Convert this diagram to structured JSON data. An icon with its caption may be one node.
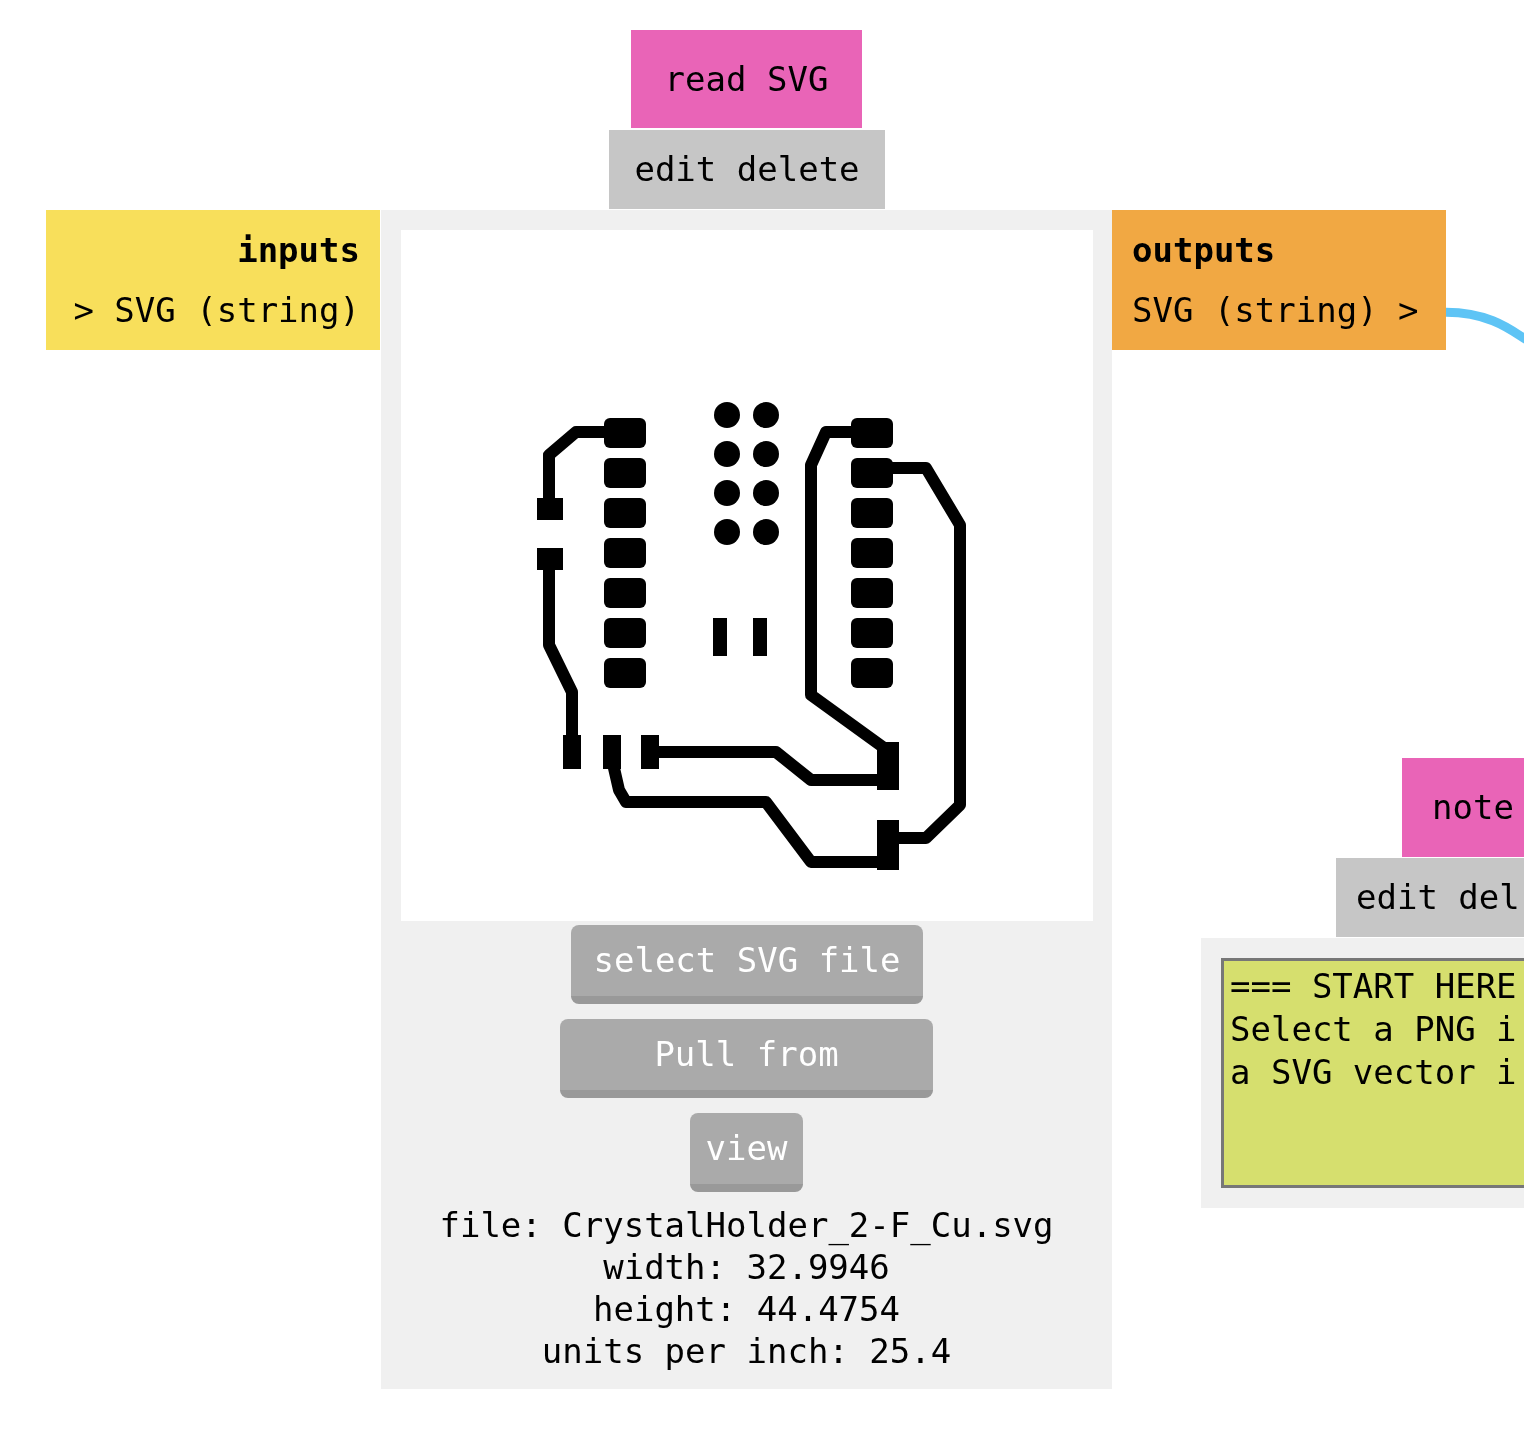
{
  "diagram": {
    "nodes": [
      {
        "text": [
          "read SVG"
        ]
      },
      {
        "text": [
          "edit delete"
        ]
      },
      {
        "text": [],
        "shape": "box"
      },
      {
        "text": [
          "inputs",
          "> SVG (string)"
        ]
      },
      {
        "text": [
          "outputs",
          "SVG (string) >"
        ]
      },
      {
        "text": [],
        "shape": "picture",
        "in": 2
      },
      {
        "text": [
          "select SVG file"
        ],
        "in": 2
      },
      {
        "text": [
          "Pull from"
        ],
        "in": 2
      },
      {
        "text": [
          "view"
        ],
        "in": 2
      },
      {
        "text": [
          "note"
        ]
      },
      {
        "text": [
          "edit del"
        ]
      },
      {
        "text": [],
        "shape": "box"
      },
      {
        "text": [
          "=== START HERE",
          "Select a PNG i a SVG vector i"
        ],
        "in": 11
      }
    ],
    "edges": [
      {
        "from": null,
        "to": 4,
        "arrow": "none",
        "color": "#5ec4f5"
      }
    ],
    "labels": [
      "file: CrystalHolder_2-F_Cu.svg",
      "width: 32.9946",
      "height: 44.4754",
      "units per inch: 25.4"
    ]
  }
}
